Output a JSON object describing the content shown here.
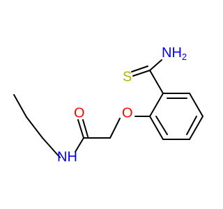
{
  "molecule": {
    "atoms": {
      "amine_group": "NH",
      "amine_subscript": "2",
      "sulfur": "S",
      "ether_oxygen": "O",
      "carbonyl_oxygen": "O",
      "amide_nh": "NH"
    },
    "colors": {
      "bond": "#000000",
      "nitrogen": "#0000ff",
      "oxygen": "#ff0000",
      "sulfur": "#b3b300"
    }
  }
}
